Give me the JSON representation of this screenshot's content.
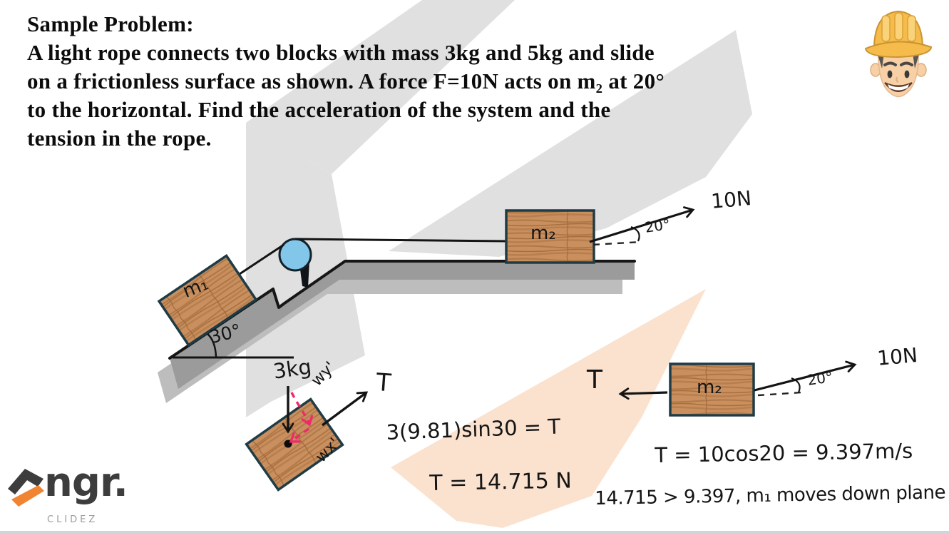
{
  "problem": {
    "lines": [
      "Sample Problem:",
      "A light rope connects two blocks with mass 3kg and 5kg and slide",
      "on a frictionless surface as shown. A force F=10N acts on m₂ at 20°",
      "to the horizontal. Find the acceleration of the system and the",
      "tension in the rope."
    ]
  },
  "diagram": {
    "m1_label": "m₁",
    "m2_label": "m₂",
    "incline_angle_label": "30°",
    "force_label": "10N",
    "force_angle_label": "20°"
  },
  "fbd_incline": {
    "mass_label": "3kg",
    "tension_label": "T",
    "weight_y_label": "wy'",
    "weight_x_label": "wx'"
  },
  "fbd_flat": {
    "tension_label": "T",
    "mass_label": "m₂",
    "force_label": "10N",
    "angle_label": "20°"
  },
  "equations": {
    "eq1": "3(9.81)sin30 = T",
    "eq2": "T = 14.715 N",
    "eq3": "T = 10cos20 = 9.397m/s",
    "eq4": "14.715 > 9.397, m₁ moves down plane"
  },
  "logo": {
    "wordmark": "ngr.",
    "subtext": "CLIDEZ"
  },
  "colors": {
    "wood": "#c98f5e",
    "block_border": "#1f3c46",
    "ramp_gray": "#9b9b9b",
    "ramp_shadow": "#bdbdbd",
    "pulley_blue": "#82c7ea",
    "component_pink": "#ee2a6d",
    "watermark_gray": "#e0e0e0",
    "watermark_orange": "#fbe2cf",
    "hat_yellow": "#f5b63e",
    "logo_orange": "#f08433",
    "ink": "#141414"
  }
}
